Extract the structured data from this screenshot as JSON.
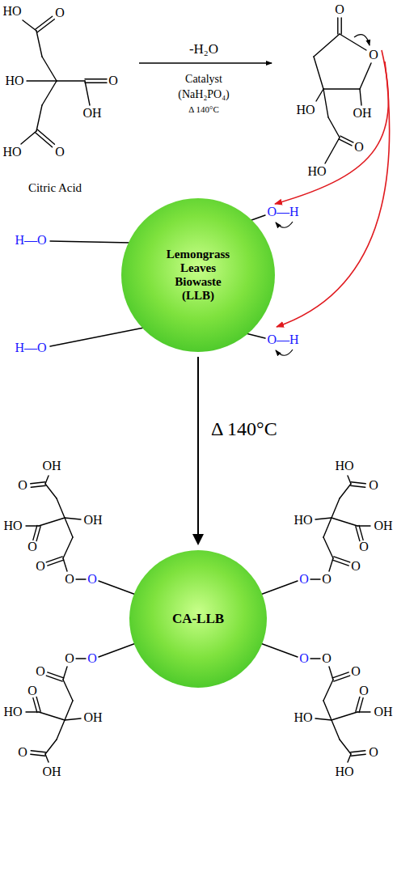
{
  "diagram": {
    "nodes": [
      {
        "text": [
          "Lemongrass Leaves Biowaste (LLB)"
        ]
      },
      {
        "text": [
          "CA-LLB"
        ]
      }
    ],
    "edges": [
      {
        "from": 0,
        "to": 1,
        "arrow": "to",
        "label": "Δ 140°C"
      }
    ],
    "labels": [
      "HO",
      "O",
      "HO",
      "O",
      "OH",
      "HO",
      "O",
      "Citric Acid",
      "-H₂O",
      "Catalyst",
      "(NaH₂PO₄)",
      "Δ 140°C",
      "O",
      "O",
      "HO",
      "OH",
      "HO",
      "O",
      "H—O",
      "O—H",
      "H—O",
      "O—H",
      "OH",
      "O",
      "HO",
      "O",
      "OH",
      "O",
      "O",
      "O",
      "HO",
      "O",
      "OH",
      "O",
      "HO",
      "O",
      "O",
      "O",
      "OH",
      "O",
      "HO",
      "O",
      "OH",
      "O",
      "O",
      "O",
      "HO",
      "O",
      "OH",
      "O",
      "HO",
      "O",
      "O",
      "O"
    ]
  }
}
